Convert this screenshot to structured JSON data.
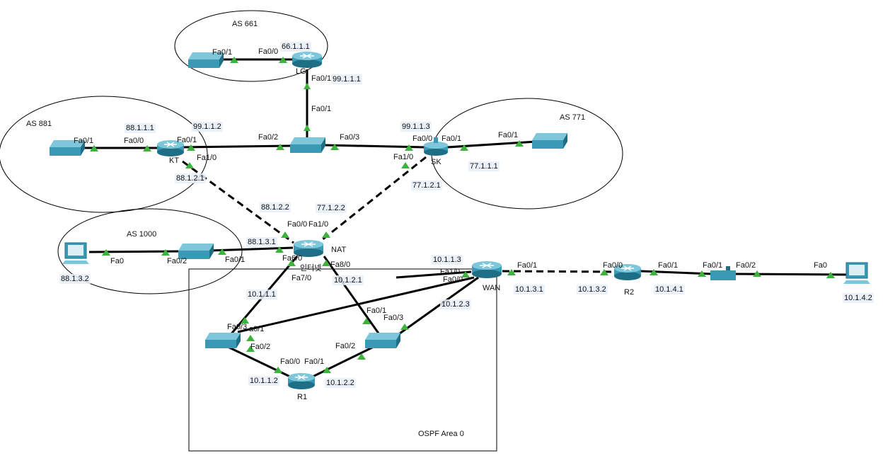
{
  "as_regions": {
    "as661": "AS 661",
    "as881": "AS 881",
    "as771": "AS 771",
    "as1000": "AS 1000",
    "ospf": "OSPF Area 0"
  },
  "devices": {
    "lg": "LG",
    "kt": "KT",
    "sk": "SK",
    "nat": "NAT",
    "wan": "WAN",
    "r1": "R1",
    "r2": "R2",
    "internet_label": "인터넷"
  },
  "ip_labels": {
    "lg_fa00": "66.1.1.1",
    "lg_fa01": "99.1.1.1",
    "kt_fa00": "88.1.1.1",
    "kt_fa01": "99.1.1.2",
    "kt_fa10": "88.1.2.1",
    "sk_fa00": "99.1.1.3",
    "sk_fa01": "77.1.1.1",
    "sk_fa10": "77.1.2.1",
    "nat_fa00": "88.1.2.2",
    "nat_fa10": "77.1.2.2",
    "nat_fa60": "88.1.3.1",
    "nat_fa70": "10.1.1.1",
    "nat_fa80": "10.1.2.1",
    "pc_as1000": "88.1.3.2",
    "wan_fa10": "10.1.1.3",
    "wan_fa00": "10.1.2.3",
    "wan_fa01": "10.1.3.1",
    "r1_fa00": "10.1.1.2",
    "r1_fa01": "10.1.2.2",
    "r2_fa00": "10.1.3.2",
    "r2_fa01": "10.1.4.1",
    "pc_right": "10.1.4.2"
  },
  "port_labels": {
    "sw661_fa01": "Fa0/1",
    "lg_fa00": "Fa0/0",
    "lg_fa01": "Fa0/1",
    "swc_fa01": "Fa0/1",
    "swc_fa02": "Fa0/2",
    "swc_fa03": "Fa0/3",
    "sw881_fa01": "Fa0/1",
    "kt_fa00": "Fa0/0",
    "kt_fa01": "Fa0/1",
    "kt_fa10": "Fa1/0",
    "sk_fa00": "Fa0/0",
    "sk_fa01": "Fa0/1",
    "sk_fa10": "Fa1/0",
    "sw771_fa01": "Fa0/1",
    "nat_fa00": "Fa0/0",
    "nat_fa10": "Fa1/0",
    "nat_fa60": "Fa6/0",
    "nat_fa70": "Fa7/0",
    "nat_fa80": "Fa8/0",
    "pc1000_fa0": "Fa0",
    "sw1000_fa02": "Fa0/2",
    "sw1000_fa01": "Fa0/1",
    "wan_fa10": "Fa1/0",
    "wan_fa00": "Fa0/0",
    "wan_fa01": "Fa0/1",
    "swl_fa03": "Fa0/3",
    "swl_fa01": "a0/1",
    "swl_fa02": "Fa0/2",
    "r1_fa00": "Fa0/0",
    "r1_fa01": "Fa0/1",
    "swr_fa02": "Fa0/2",
    "swr_fa03": "Fa0/3",
    "swr_fa01": "Fa0/1",
    "r2_fa00": "Fa0/0",
    "r2_fa01": "Fa0/1",
    "sw2_fa01": "Fa0/1",
    "sw2_fa02": "Fa0/2",
    "pcr_fa0": "Fa0"
  },
  "colors": {
    "device": "#3a9ab5",
    "device_dark": "#1e6f86",
    "link": "#000000",
    "port": "#3db23d"
  }
}
